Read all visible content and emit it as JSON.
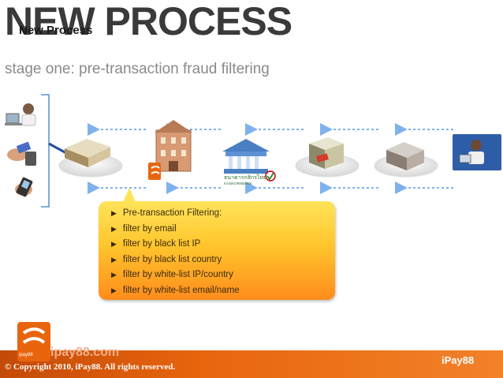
{
  "header": {
    "title": "NEW PROCESS",
    "small_title": "New Process",
    "subtitle": "stage one: pre-transaction fraud filtering"
  },
  "diagram": {
    "bank_sign": "ธนาคารกสิกรไทย",
    "bank_sign_en": "KASIKORNBANK",
    "filter_box": {
      "items": [
        "Pre-transaction Filtering:",
        "filter by email",
        "filter by black list IP",
        "filter by black list country",
        "filter by white-list IP/country",
        "filter by white-list email/name"
      ]
    }
  },
  "footer": {
    "copyright": "© Copyright 2010, iPay88. All rights reserved.",
    "brand": "iPay88",
    "url": "ipay88.com",
    "logo_label": "ipay88"
  },
  "colors": {
    "accent_orange": "#e8650e",
    "arrow_blue": "#7fb2ec",
    "callout_yellow": "#ffd63a"
  },
  "icons": [
    "customer-laptop-icon",
    "card-in-hand-icon",
    "mobile-phone-icon",
    "merchant-building-icon",
    "ipay88-building-icon",
    "bank-building-icon",
    "card-processor-icon",
    "issuing-bank-icon",
    "cardholder-desk-icon"
  ]
}
